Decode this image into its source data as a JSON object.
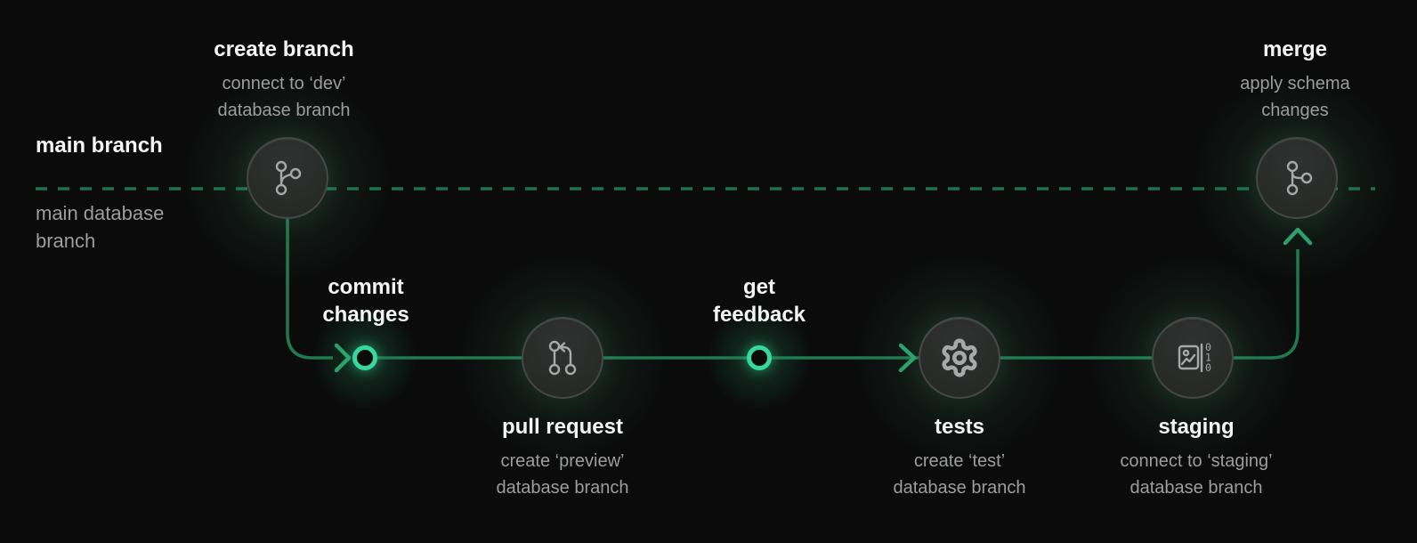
{
  "colors": {
    "background": "#0a0b0a",
    "line": "#20794f",
    "line_dashed": "#1e714b",
    "accent_bright": "#37d89d",
    "arrow": "#2ba06c",
    "node_fill": "#272927",
    "node_fill_top": "#303231",
    "node_border": "#454846",
    "icon": "#a6a9a7",
    "title": "#f4f5f4",
    "subtitle": "#9b9e9c",
    "glow": "#6ee7b7"
  },
  "lanes": {
    "main_branch": {
      "label": "main branch"
    },
    "main_database_branch": {
      "label_line1": "main database",
      "label_line2": "branch"
    }
  },
  "steps": {
    "create_branch": {
      "title": "create branch",
      "subtitle_line1": "connect to ‘dev’",
      "subtitle_line2": "database branch",
      "icon": "git-branch-icon"
    },
    "commit_changes": {
      "title_line1": "commit",
      "title_line2": "changes",
      "icon": "commit-ring"
    },
    "pull_request": {
      "title": "pull request",
      "subtitle_line1": "create ‘preview’",
      "subtitle_line2": "database branch",
      "icon": "git-pull-request-icon"
    },
    "get_feedback": {
      "title_line1": "get",
      "title_line2": "feedback",
      "icon": "commit-ring"
    },
    "tests": {
      "title": "tests",
      "subtitle_line1": "create ‘test’",
      "subtitle_line2": "database branch",
      "icon": "gear-icon"
    },
    "staging": {
      "title": "staging",
      "subtitle_line1": "connect to ‘staging’",
      "subtitle_line2": "database branch",
      "icon": "image-to-binary-icon"
    },
    "merge": {
      "title": "merge",
      "subtitle_line1": "apply schema",
      "subtitle_line2": "changes",
      "icon": "git-merge-icon"
    }
  }
}
